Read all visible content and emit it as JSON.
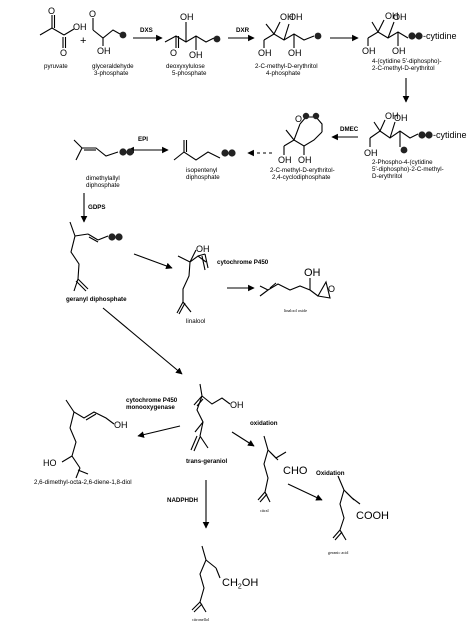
{
  "compounds": {
    "pyruvate": "pyruvate",
    "glyceraldehyde": [
      "glyceraldehyde",
      "3-phosphate"
    ],
    "deoxyxylulose": [
      "deoxyxylulose",
      "5-phosphate"
    ],
    "mep": [
      "2-C-methyl-D-erythritol",
      "4-phosphate"
    ],
    "cdpme": [
      "4-(cytidine 5'-diphospho)-",
      "2-C-methyl-D-erythritol"
    ],
    "cdpmep": [
      "2-Phospho-4-(cytidine",
      "5'-diphospho)-2-C-methyl-",
      "D-erythritol"
    ],
    "mecpp": [
      "2-C-methyl-D-erythritol-",
      "2,4-cyclodiphosphate"
    ],
    "ipp": [
      "isopentenyl",
      "diphosphate"
    ],
    "dmapp": [
      "dimethylallyl",
      "diphosphate"
    ],
    "gpp": "geranyl diphosphate",
    "linalool": "linalool",
    "linalool_oxide": "linalool oxide",
    "geraniol": "trans-geraniol",
    "diol": "2,6-dimethyl-octa-2,6-diene-1,8-diol",
    "citral": "citral",
    "geranic_acid": "geranic acid",
    "citronellol": "citronellol"
  },
  "enzymes": {
    "dxs": "DXS",
    "dxr": "DXR",
    "dmec": "DMEC",
    "epi": "EPI",
    "gdps": "GDPS",
    "p450_linalool": "cytochrome P450",
    "p450_mono": [
      "cytochrome P450",
      "monooxygenase"
    ],
    "oxidation1": "oxidation",
    "oxidation2": "Oxidation",
    "nadphdh": "NADPHDH"
  },
  "groups": {
    "oh": "OH",
    "o": "O",
    "ho": "HO",
    "plus": "+",
    "cytidine": "-cytidine",
    "cho": "CHO",
    "cooh": "COOH",
    "ch2oh": "CH",
    "sub2": "2",
    "oh_tail": "OH",
    "phosphate": "P"
  }
}
